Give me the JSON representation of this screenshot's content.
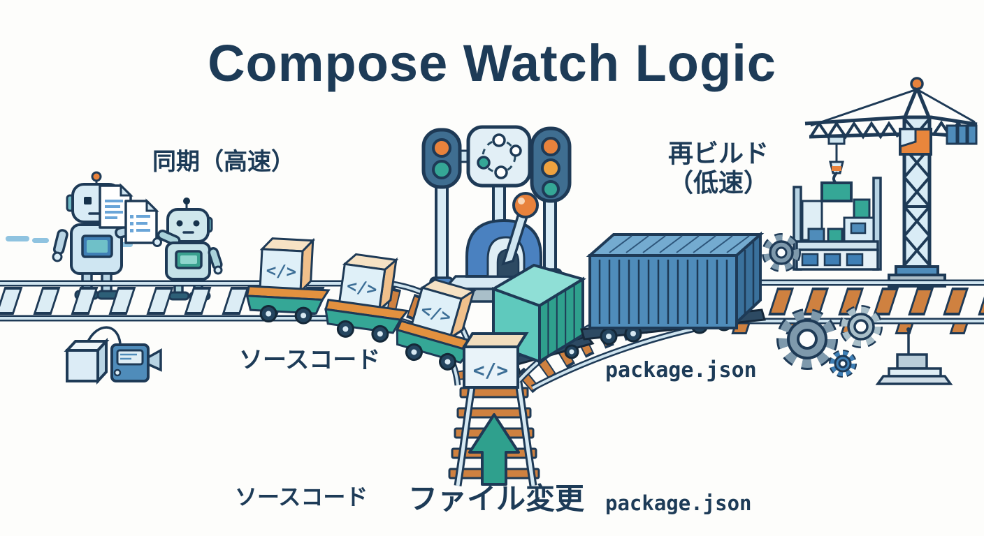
{
  "title": "Compose Watch Logic",
  "code_symbol": "</>",
  "labels": {
    "sync": "同期（高速）",
    "rebuild_line1": "再ビルド",
    "rebuild_line2": "（低速）",
    "source_code_mid": "ソースコード",
    "package_json_mid": "package.json",
    "source_code_bottom": "ソースコード",
    "file_change": "ファイル変更",
    "package_json_bottom": "package.json"
  },
  "colors": {
    "background": "#fdfdfb",
    "navy": "#1e3a56",
    "text": "#1d3b57",
    "teal": "#2fa08d",
    "teal_light": "#8fdfd6",
    "orange": "#e8823c",
    "tie_orange": "#cf8140",
    "tie_blue": "#dcedf5",
    "light_blue": "#d9ecf6",
    "steel_blue": "#4f8cba",
    "signal_body": "#3f6e91",
    "lever_blue": "#4a81c0",
    "gear_gray": "#7e99ac",
    "code_blue": "#3c6e96"
  },
  "icons": {
    "code_box": "</>",
    "robot": "🤖",
    "document": "📄",
    "traffic_light": "🚦",
    "nodes": "◌",
    "switch_lever": "🕹",
    "container": "📦",
    "crane": "🏗",
    "gear": "⚙",
    "up_arrow": "↑",
    "camera": "📷"
  }
}
